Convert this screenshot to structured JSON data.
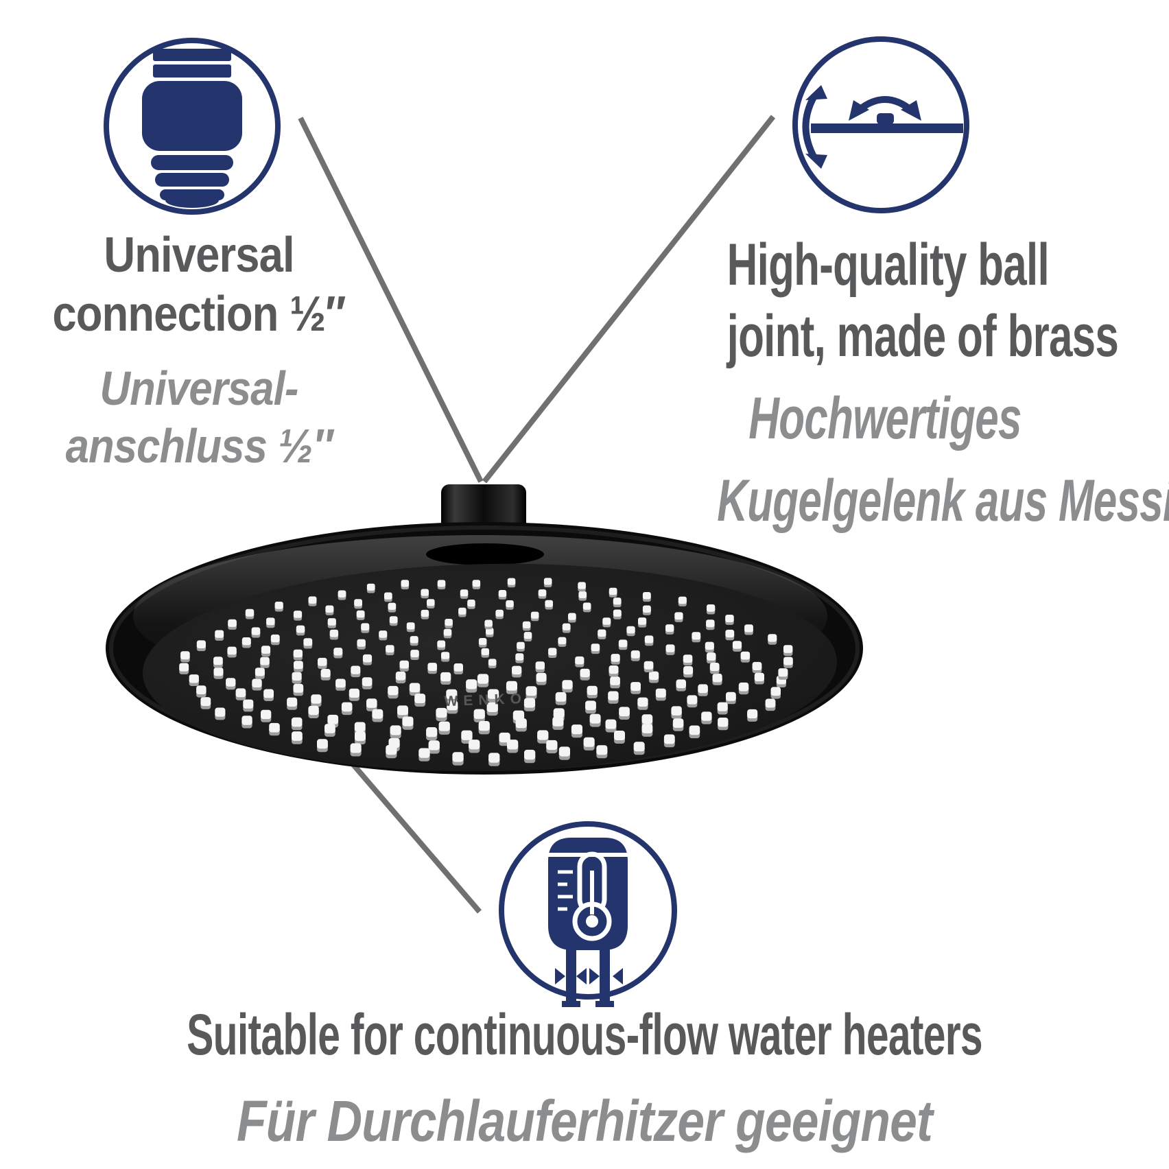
{
  "product": {
    "brand": "WENKO"
  },
  "colors": {
    "navy": "#24356e",
    "title": "#58595b",
    "subtitle": "#8b8d8f",
    "line": "#6e7071"
  },
  "callouts": {
    "universal_connection": {
      "icon": "pipe-connector-icon",
      "title_line1": "Universal",
      "title_line2": "connection ½″",
      "subtitle_line1": "Universal-",
      "subtitle_line2": "anschluss ½″"
    },
    "ball_joint": {
      "icon": "ball-joint-icon",
      "title_line1": "High-quality ball",
      "title_line2": "joint, made of brass",
      "subtitle_line1": "Hochwertiges",
      "subtitle_line2": "Kugelgelenk aus Messing"
    },
    "water_heater": {
      "icon": "water-heater-icon",
      "title": "Suitable for continuous-flow water heaters",
      "subtitle": "Für Durchlauferhitzer geeignet"
    }
  }
}
